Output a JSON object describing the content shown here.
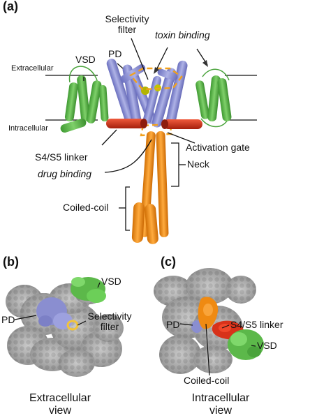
{
  "panel_a": {
    "label": "(a)",
    "selectivity_filter": "Selectivity\nfilter",
    "toxin_binding": "toxin binding",
    "vsd": "VSD",
    "pd": "PD",
    "extracellular": "Extracellular",
    "intracellular": "Intracellular",
    "s4s5_linker": "S4/S5 linker",
    "activation_gate": "Activation gate",
    "drug_binding": "drug binding",
    "neck": "Neck",
    "coiled_coil": "Coiled-coil"
  },
  "panel_b": {
    "label": "(b)",
    "vsd": "VSD",
    "pd": "PD",
    "selectivity_filter": "Selectivity\nfilter",
    "view": "Extracellular\nview"
  },
  "panel_c": {
    "label": "(c)",
    "pd": "PD",
    "s4s5_linker": "S4/S5 linker",
    "vsd": "VSD",
    "coiled_coil": "Coiled-coil",
    "view": "Intracellular\nview"
  },
  "colors": {
    "vsd": "#5cb84a",
    "pd": "#8a8ed0",
    "linker": "#d8321a",
    "coiled_coil": "#ef8a12",
    "surface": "#a9a9a9",
    "filter": "#f2c43a"
  }
}
